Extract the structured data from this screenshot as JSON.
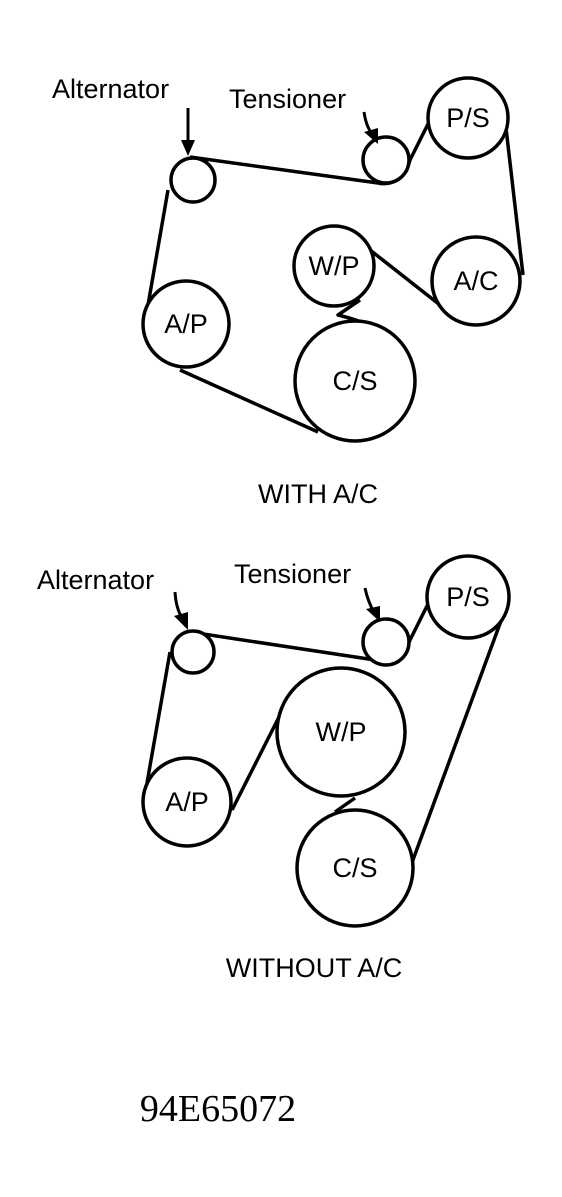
{
  "diagrams": [
    {
      "caption": "WITH A/C",
      "callouts": {
        "alternator": "Alternator",
        "tensioner": "Tensioner"
      },
      "pulleys": {
        "ps": "P/S",
        "wp": "W/P",
        "ac": "A/C",
        "apump": "A/P",
        "cs": "C/S"
      }
    },
    {
      "caption": "WITHOUT A/C",
      "callouts": {
        "alternator": "Alternator",
        "tensioner": "Tensioner"
      },
      "pulleys": {
        "ps": "P/S",
        "wp": "W/P",
        "apump": "A/P",
        "cs": "C/S"
      }
    }
  ],
  "figure_code": "94E65072"
}
